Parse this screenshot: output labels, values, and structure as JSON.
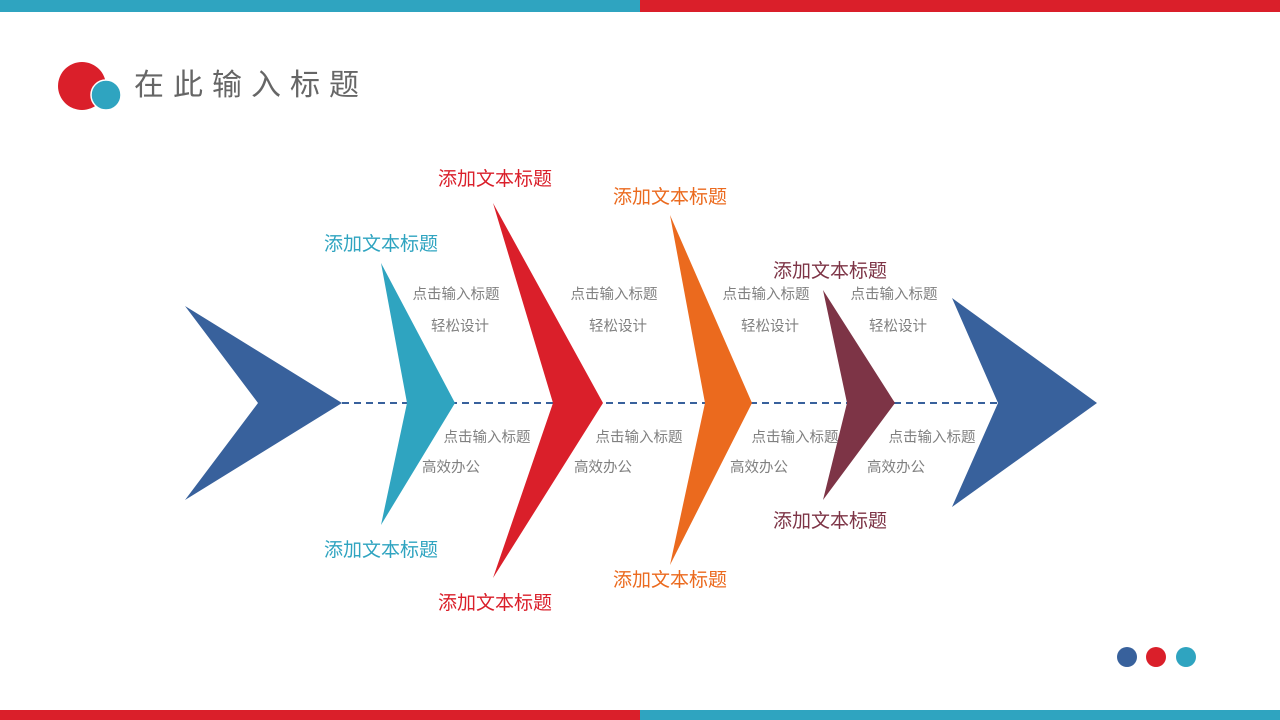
{
  "title": "在此输入标题",
  "colors": {
    "blue": "#2FA4C0",
    "red": "#DA1F2A",
    "orange": "#EB6A1E",
    "maroon": "#7D3446",
    "navy": "#38619C",
    "gray": "#808080",
    "title_gray": "#666666"
  },
  "ribs": {
    "blue": {
      "top_title": "添加文本标题",
      "bottom_title": "添加文本标题"
    },
    "red": {
      "top_title": "添加文本标题",
      "bottom_title": "添加文本标题"
    },
    "orange": {
      "top_title": "添加文本标题",
      "bottom_title": "添加文本标题"
    },
    "maroon": {
      "top_title": "添加文本标题",
      "bottom_title": "添加文本标题"
    }
  },
  "notes_top": [
    {
      "line1": "点击输入标题",
      "line2": "轻松设计"
    },
    {
      "line1": "点击输入标题",
      "line2": "轻松设计"
    },
    {
      "line1": "点击输入标题",
      "line2": "轻松设计"
    },
    {
      "line1": "点击输入标题",
      "line2": "轻松设计"
    }
  ],
  "notes_bottom": [
    {
      "line1": "点击输入标题",
      "line2": "高效办公"
    },
    {
      "line1": "点击输入标题",
      "line2": "高效办公"
    },
    {
      "line1": "点击输入标题",
      "line2": "高效办公"
    },
    {
      "line1": "点击输入标题",
      "line2": "高效办公"
    }
  ]
}
